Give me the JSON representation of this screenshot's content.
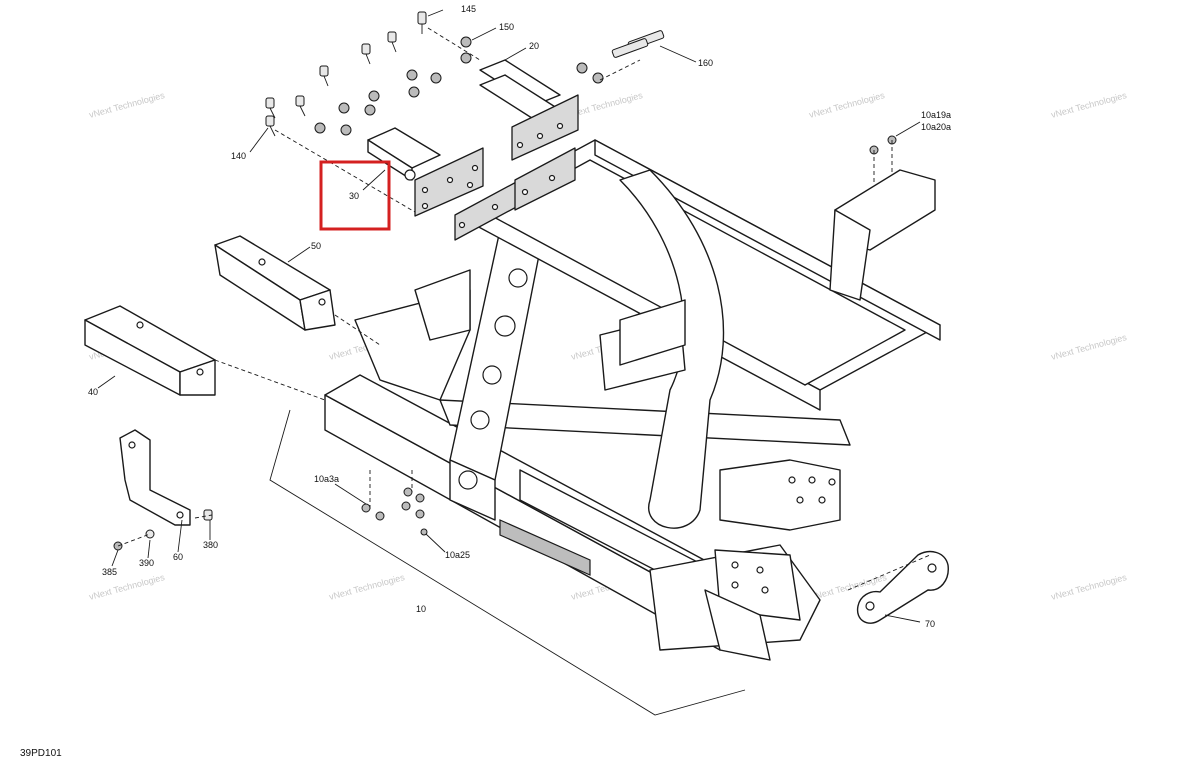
{
  "diagram": {
    "code": "39PD101",
    "watermark": {
      "line1": "vNext Technologies",
      "line2": "Technologies"
    },
    "callouts": [
      {
        "id": "145",
        "label": "145"
      },
      {
        "id": "150",
        "label": "150"
      },
      {
        "id": "20",
        "label": "20"
      },
      {
        "id": "160",
        "label": "160"
      },
      {
        "id": "140",
        "label": "140"
      },
      {
        "id": "30",
        "label": "30"
      },
      {
        "id": "10a19a",
        "label": "10a19a"
      },
      {
        "id": "10a20a",
        "label": "10a20a"
      },
      {
        "id": "50",
        "label": "50"
      },
      {
        "id": "40",
        "label": "40"
      },
      {
        "id": "10a3a",
        "label": "10a3a"
      },
      {
        "id": "10a25",
        "label": "10a25"
      },
      {
        "id": "385",
        "label": "385"
      },
      {
        "id": "390",
        "label": "390"
      },
      {
        "id": "60",
        "label": "60"
      },
      {
        "id": "380",
        "label": "380"
      },
      {
        "id": "10",
        "label": "10"
      },
      {
        "id": "70",
        "label": "70"
      }
    ],
    "highlight": {
      "callout": "30",
      "color": "#d42020"
    }
  }
}
